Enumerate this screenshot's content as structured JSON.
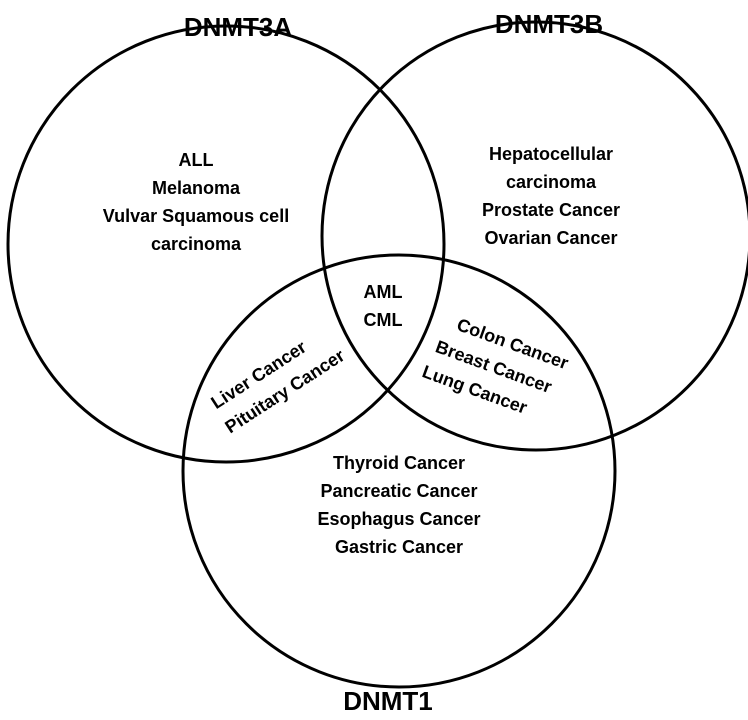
{
  "sets": {
    "a": {
      "label": "DNMT3A"
    },
    "b": {
      "label": "DNMT3B"
    },
    "c": {
      "label": "DNMT1"
    }
  },
  "regions": {
    "a_only": [
      "ALL",
      "Melanoma",
      "Vulvar Squamous cell",
      "carcinoma"
    ],
    "b_only": [
      "Hepatocellular",
      "carcinoma",
      "Prostate Cancer",
      "Ovarian Cancer"
    ],
    "abc": [
      "AML",
      "CML"
    ],
    "ac": [
      "Liver Cancer",
      "Pituitary Cancer"
    ],
    "bc": [
      "Colon Cancer",
      "Breast Cancer",
      "Lung Cancer"
    ],
    "c_only": [
      "Thyroid Cancer",
      "Pancreatic Cancer",
      "Esophagus Cancer",
      "Gastric Cancer"
    ]
  }
}
